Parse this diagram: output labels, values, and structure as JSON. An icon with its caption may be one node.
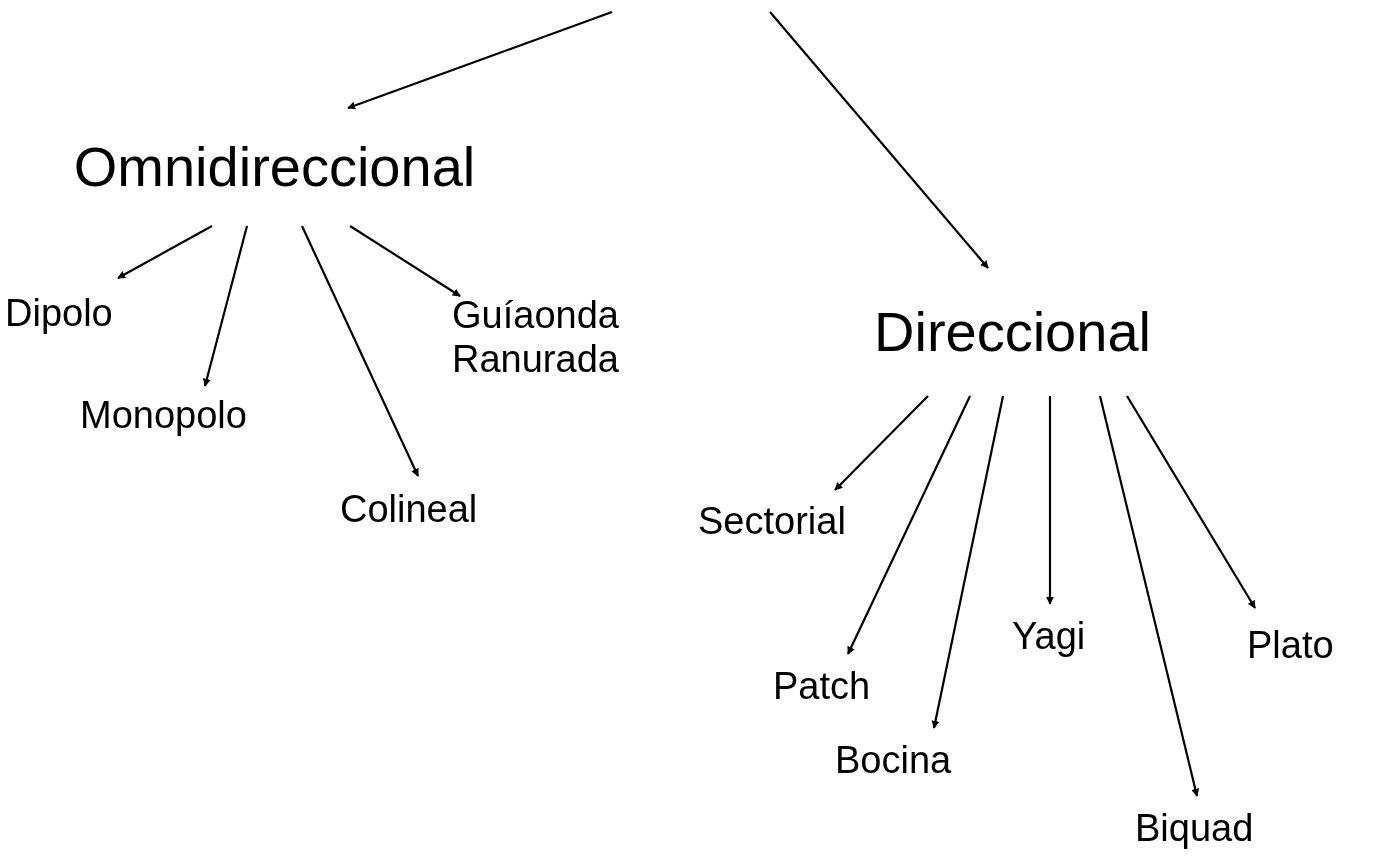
{
  "diagram": {
    "nodes": [
      {
        "text": [
          "Omnidireccional"
        ]
      },
      {
        "text": [
          "Dipolo"
        ]
      },
      {
        "text": [
          "Monopolo"
        ]
      },
      {
        "text": [
          "Colineal"
        ]
      },
      {
        "text": [
          "Guíaonda Ranurada"
        ]
      },
      {
        "text": [
          "Direccional"
        ]
      },
      {
        "text": [
          "Sectorial"
        ]
      },
      {
        "text": [
          "Patch"
        ]
      },
      {
        "text": [
          "Bocina"
        ]
      },
      {
        "text": [
          "Yagi"
        ]
      },
      {
        "text": [
          "Biquad"
        ]
      },
      {
        "text": [
          "Plato"
        ]
      }
    ],
    "edges": [
      {
        "from": null,
        "to": 0,
        "arrow": "to"
      },
      {
        "from": null,
        "to": 5,
        "arrow": "to"
      },
      {
        "from": 0,
        "to": 1,
        "arrow": "to"
      },
      {
        "from": 0,
        "to": 2,
        "arrow": "to"
      },
      {
        "from": 0,
        "to": 3,
        "arrow": "to"
      },
      {
        "from": 0,
        "to": 4,
        "arrow": "to"
      },
      {
        "from": 5,
        "to": 6,
        "arrow": "to"
      },
      {
        "from": 5,
        "to": 7,
        "arrow": "to"
      },
      {
        "from": 5,
        "to": 8,
        "arrow": "to"
      },
      {
        "from": 5,
        "to": 9,
        "arrow": "to"
      },
      {
        "from": 5,
        "to": 10,
        "arrow": "to"
      },
      {
        "from": 5,
        "to": 11,
        "arrow": "to"
      }
    ]
  }
}
